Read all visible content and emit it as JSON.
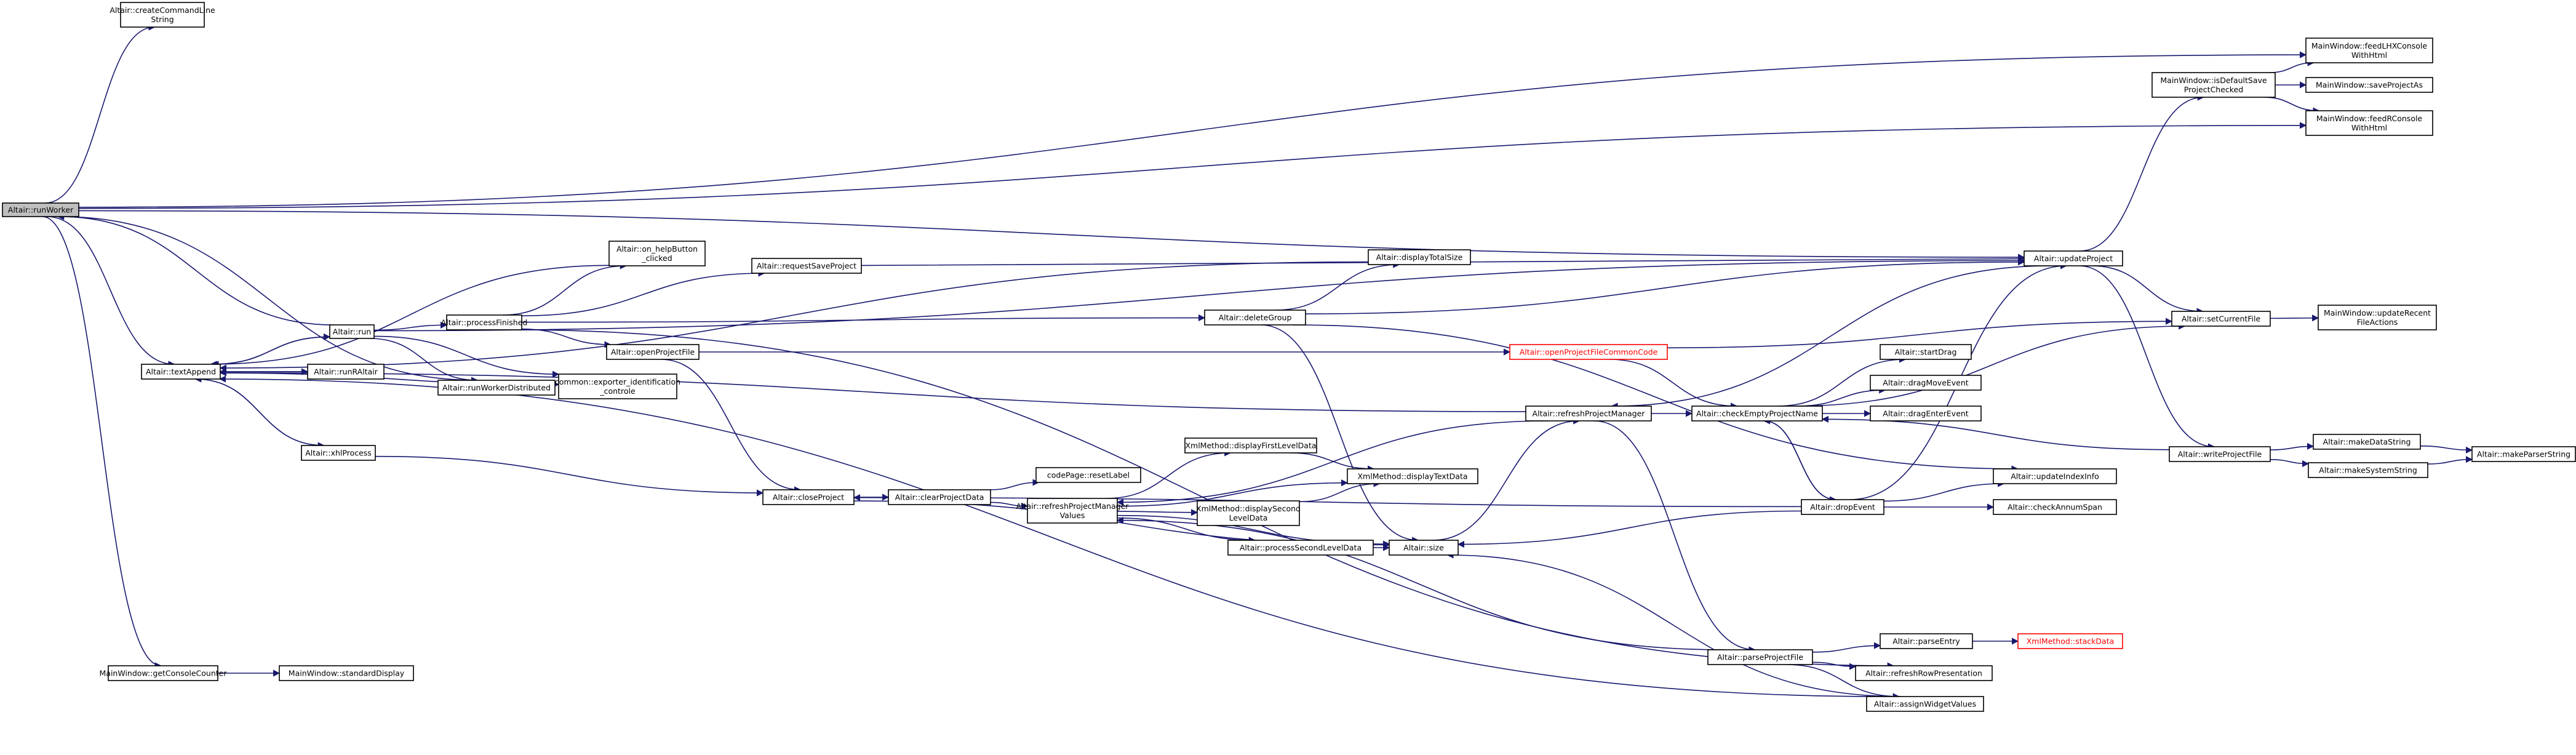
{
  "nodes": {
    "runWorker": [
      "Altair::runWorker"
    ],
    "createCommandLine": [
      "Altair::createCommandLine",
      "String"
    ],
    "textAppend": [
      "Altair::textAppend"
    ],
    "getConsoleCounter": [
      "MainWindow::getConsoleCounter"
    ],
    "standardDisplay": [
      "MainWindow::standardDisplay"
    ],
    "run": [
      "Altair::run"
    ],
    "runRAltair": [
      "Altair::runRAltair"
    ],
    "xhlProcess": [
      "Altair::xhlProcess"
    ],
    "processFinished": [
      "Altair::processFinished"
    ],
    "runWorkerDistributed": [
      "Altair::runWorkerDistributed"
    ],
    "exporterIdentification": [
      "common::exporter_identification",
      "_controle"
    ],
    "onHelpButton": [
      "Altair::on_helpButton",
      "_clicked"
    ],
    "requestSaveProject": [
      "Altair::requestSaveProject"
    ],
    "openProjectFile": [
      "Altair::openProjectFile"
    ],
    "closeProject": [
      "Altair::closeProject"
    ],
    "clearProjectData": [
      "Altair::clearProjectData"
    ],
    "resetLabel": [
      "codePage::resetLabel"
    ],
    "refreshPMValues": [
      "Altair::refreshProjectManager",
      "Values"
    ],
    "displayFirstLevelData": [
      "XmlMethod::displayFirstLevelData"
    ],
    "displaySecondLevelData": [
      "XmlMethod::displaySecond",
      "LevelData"
    ],
    "displayTextData": [
      "XmlMethod::displayTextData"
    ],
    "processSecondLevelData": [
      "Altair::processSecondLevelData"
    ],
    "size": [
      "Altair::size"
    ],
    "deleteGroup": [
      "Altair::deleteGroup"
    ],
    "displayTotalSize": [
      "Altair::displayTotalSize"
    ],
    "openProjectFileCommonCode": [
      "Altair::openProjectFileCommonCode"
    ],
    "refreshProjectManager": [
      "Altair::refreshProjectManager"
    ],
    "parseProjectFile": [
      "Altair::parseProjectFile"
    ],
    "checkEmptyProjectName": [
      "Altair::checkEmptyProjectName"
    ],
    "startDrag": [
      "Altair::startDrag"
    ],
    "dragMoveEvent": [
      "Altair::dragMoveEvent"
    ],
    "dragEnterEvent": [
      "Altair::dragEnterEvent"
    ],
    "dropEvent": [
      "Altair::dropEvent"
    ],
    "updateIndexInfo": [
      "Altair::updateIndexInfo"
    ],
    "checkAnnumSpan": [
      "Altair::checkAnnumSpan"
    ],
    "parseEntry": [
      "Altair::parseEntry"
    ],
    "stackData": [
      "XmlMethod::stackData"
    ],
    "refreshRowPresentation": [
      "Altair::refreshRowPresentation"
    ],
    "assignWidgetValues": [
      "Altair::assignWidgetValues"
    ],
    "updateProject": [
      "Altair::updateProject"
    ],
    "isDefaultSave": [
      "MainWindow::isDefaultSave",
      "ProjectChecked"
    ],
    "feedLHX": [
      "MainWindow::feedLHXConsole",
      "WithHtml"
    ],
    "saveProjectAs": [
      "MainWindow::saveProjectAs"
    ],
    "feedRConsole": [
      "MainWindow::feedRConsole",
      "WithHtml"
    ],
    "setCurrentFile": [
      "Altair::setCurrentFile"
    ],
    "updateRecentFileActions": [
      "MainWindow::updateRecent",
      "FileActions"
    ],
    "writeProjectFile": [
      "Altair::writeProjectFile"
    ],
    "makeDataString": [
      "Altair::makeDataString"
    ],
    "makeSystemString": [
      "Altair::makeSystemString"
    ],
    "makeParserString": [
      "Altair::makeParserString"
    ]
  },
  "edges": [
    [
      "runWorker",
      "createCommandLine"
    ],
    [
      "runWorker",
      "textAppend"
    ],
    [
      "runWorker",
      "getConsoleCounter"
    ],
    [
      "runWorker",
      "feedLHX"
    ],
    [
      "runWorker",
      "feedRConsole"
    ],
    [
      "runWorker",
      "updateProject"
    ],
    [
      "getConsoleCounter",
      "standardDisplay"
    ],
    [
      "run",
      "runWorker"
    ],
    [
      "run",
      "textAppend"
    ],
    [
      "run",
      "processFinished"
    ],
    [
      "run",
      "runWorkerDistributed"
    ],
    [
      "run",
      "exporterIdentification"
    ],
    [
      "run",
      "updateProject"
    ],
    [
      "runRAltair",
      "textAppend"
    ],
    [
      "textAppend",
      "run"
    ],
    [
      "textAppend",
      "runRAltair"
    ],
    [
      "textAppend",
      "xhlProcess"
    ],
    [
      "xhlProcess",
      "textAppend"
    ],
    [
      "xhlProcess",
      "closeProject"
    ],
    [
      "runWorkerDistributed",
      "runWorker"
    ],
    [
      "textAppend",
      "exporterIdentification"
    ],
    [
      "onHelpButton",
      "textAppend"
    ],
    [
      "processFinished",
      "onHelpButton"
    ],
    [
      "processFinished",
      "requestSaveProject"
    ],
    [
      "processFinished",
      "openProjectFile"
    ],
    [
      "processFinished",
      "deleteGroup"
    ],
    [
      "processFinished",
      "refreshRowPresentation"
    ],
    [
      "requestSaveProject",
      "updateProject"
    ],
    [
      "openProjectFile",
      "closeProject"
    ],
    [
      "openProjectFile",
      "openProjectFileCommonCode"
    ],
    [
      "closeProject",
      "clearProjectData"
    ],
    [
      "closeProject",
      "size"
    ],
    [
      "clearProjectData",
      "resetLabel"
    ],
    [
      "clearProjectData",
      "refreshPMValues"
    ],
    [
      "refreshPMValues",
      "displayFirstLevelData"
    ],
    [
      "refreshPMValues",
      "displaySecondLevelData"
    ],
    [
      "refreshPMValues",
      "displayTextData"
    ],
    [
      "refreshPMValues",
      "processSecondLevelData"
    ],
    [
      "refreshPMValues",
      "size"
    ],
    [
      "displayFirstLevelData",
      "displayTextData"
    ],
    [
      "displaySecondLevelData",
      "displayTextData"
    ],
    [
      "processSecondLevelData",
      "size"
    ],
    [
      "deleteGroup",
      "displayTotalSize"
    ],
    [
      "deleteGroup",
      "size"
    ],
    [
      "deleteGroup",
      "updateProject"
    ],
    [
      "deleteGroup",
      "updateIndexInfo"
    ],
    [
      "displayTotalSize",
      "textAppend"
    ],
    [
      "openProjectFileCommonCode",
      "setCurrentFile"
    ],
    [
      "openProjectFileCommonCode",
      "checkEmptyProjectName"
    ],
    [
      "size",
      "refreshProjectManager"
    ],
    [
      "refreshProjectManager",
      "textAppend"
    ],
    [
      "refreshProjectManager",
      "refreshPMValues"
    ],
    [
      "refreshProjectManager",
      "checkEmptyProjectName"
    ],
    [
      "refreshProjectManager",
      "parseProjectFile"
    ],
    [
      "checkEmptyProjectName",
      "startDrag"
    ],
    [
      "checkEmptyProjectName",
      "dragMoveEvent"
    ],
    [
      "checkEmptyProjectName",
      "dragEnterEvent"
    ],
    [
      "checkEmptyProjectName",
      "dropEvent"
    ],
    [
      "checkEmptyProjectName",
      "setCurrentFile"
    ],
    [
      "dropEvent",
      "updateProject"
    ],
    [
      "dropEvent",
      "size"
    ],
    [
      "dropEvent",
      "updateIndexInfo"
    ],
    [
      "dropEvent",
      "checkAnnumSpan"
    ],
    [
      "dropEvent",
      "closeProject"
    ],
    [
      "dropEvent",
      "checkEmptyProjectName"
    ],
    [
      "parseProjectFile",
      "parseEntry"
    ],
    [
      "parseProjectFile",
      "refreshRowPresentation"
    ],
    [
      "parseProjectFile",
      "assignWidgetValues"
    ],
    [
      "parseProjectFile",
      "refreshPMValues"
    ],
    [
      "parseEntry",
      "stackData"
    ],
    [
      "assignWidgetValues",
      "size"
    ],
    [
      "assignWidgetValues",
      "textAppend"
    ],
    [
      "updateProject",
      "isDefaultSave"
    ],
    [
      "updateProject",
      "setCurrentFile"
    ],
    [
      "updateProject",
      "writeProjectFile"
    ],
    [
      "updateProject",
      "refreshProjectManager"
    ],
    [
      "isDefaultSave",
      "feedLHX"
    ],
    [
      "isDefaultSave",
      "saveProjectAs"
    ],
    [
      "isDefaultSave",
      "feedRConsole"
    ],
    [
      "setCurrentFile",
      "updateRecentFileActions"
    ],
    [
      "writeProjectFile",
      "makeDataString"
    ],
    [
      "writeProjectFile",
      "makeSystemString"
    ],
    [
      "writeProjectFile",
      "checkEmptyProjectName"
    ],
    [
      "makeDataString",
      "makeParserString"
    ],
    [
      "makeSystemString",
      "makeParserString"
    ]
  ],
  "colors": {
    "edge": "#191970",
    "node_border": "#000000",
    "root_fill": "#bfbfbf",
    "red_node": "#ff0000"
  }
}
